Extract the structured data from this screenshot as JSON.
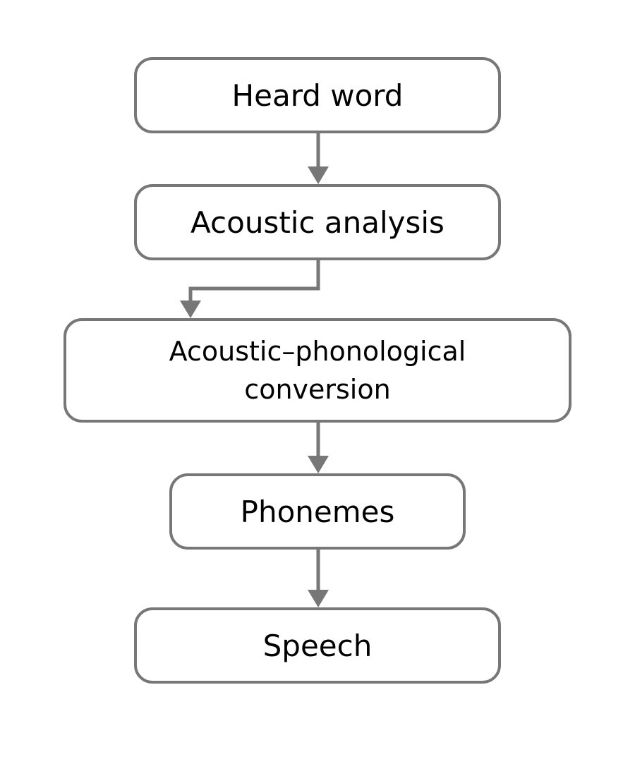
{
  "diagram": {
    "nodes": [
      {
        "id": "heard-word",
        "lines": [
          "Heard word"
        ]
      },
      {
        "id": "acoustic-analysis",
        "lines": [
          "Acoustic analysis"
        ]
      },
      {
        "id": "acoustic-phonological-conversion",
        "lines": [
          "Acoustic–phonological",
          "conversion"
        ]
      },
      {
        "id": "phonemes",
        "lines": [
          "Phonemes"
        ]
      },
      {
        "id": "speech",
        "lines": [
          "Speech"
        ]
      }
    ],
    "edges": [
      {
        "from": "heard-word",
        "to": "acoustic-analysis"
      },
      {
        "from": "acoustic-analysis",
        "to": "acoustic-phonological-conversion"
      },
      {
        "from": "acoustic-phonological-conversion",
        "to": "phonemes"
      },
      {
        "from": "phonemes",
        "to": "speech"
      }
    ],
    "colors": {
      "stroke": "#777777",
      "text": "#000000",
      "background": "#ffffff"
    }
  }
}
